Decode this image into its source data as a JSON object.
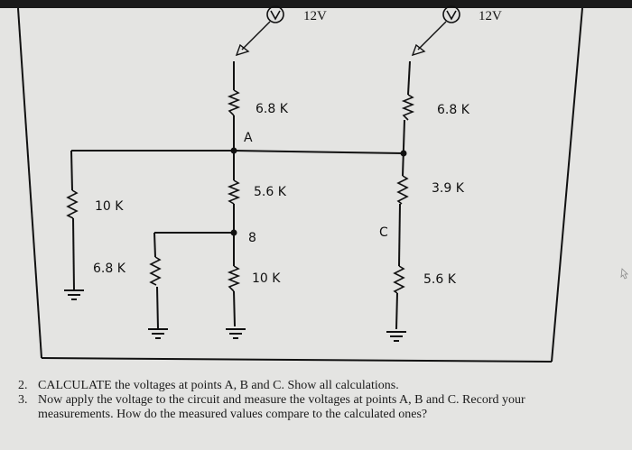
{
  "diagram": {
    "type": "resistor-network-schematic",
    "sources": [
      {
        "id": "V1",
        "symbol": "voltmeter-source",
        "label": "12V"
      },
      {
        "id": "V2",
        "symbol": "voltmeter-source",
        "label": "12V"
      }
    ],
    "resistors": [
      {
        "id": "R_top_left",
        "label": "6.8 K"
      },
      {
        "id": "R_top_right",
        "label": "6.8 K"
      },
      {
        "id": "R_mid_center",
        "label": "5.6 K"
      },
      {
        "id": "R_mid_right",
        "label": "3.9 K"
      },
      {
        "id": "R_left",
        "label": "10 K"
      },
      {
        "id": "R_bottom_left",
        "label": "6.8 K"
      },
      {
        "id": "R_bottom_center",
        "label": "10 K"
      },
      {
        "id": "R_bottom_right",
        "label": "5.6 K"
      }
    ],
    "nodes": {
      "A": "A",
      "B": "8",
      "C": "C"
    }
  },
  "questions": [
    {
      "num": "2.",
      "text": "CALCULATE the voltages at points A, B and C. Show all calculations."
    },
    {
      "num": "3.",
      "text": "Now apply the voltage to the circuit and measure the voltages at points A, B and C. Record your measurements. How do the measured values compare to the calculated ones?"
    }
  ]
}
